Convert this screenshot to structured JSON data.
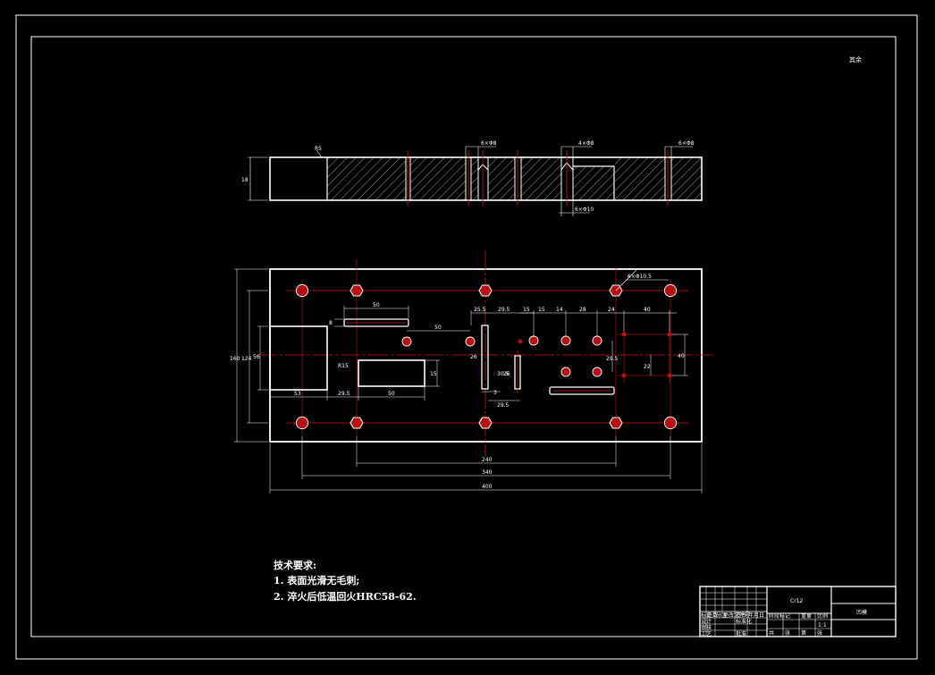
{
  "corner_note": "其余",
  "section_view": {
    "left_height": "18",
    "notes": [
      "R5",
      "6×Φ8",
      "4×Φ8",
      "6×Φ8",
      "6×Φ10"
    ]
  },
  "plan_view": {
    "hole_callout": "6×Φ10.5",
    "dims": {
      "overall_height": "160",
      "inner_height": "124",
      "pocket_height": "56",
      "pocket_width": "53",
      "slot_length": "50",
      "slot_offset": "8",
      "rect_height": "15",
      "rect_side": "R15",
      "rect_gap": "29.5",
      "rect_width": "50",
      "hole_spacing": "50",
      "slot_a": "25.5",
      "slot_b": "29.5",
      "slot_c": "26",
      "slot_height": "30.5",
      "slot_gap": "26",
      "slot_width": "3",
      "slot_bottom": "29.5",
      "hole_h1": "15",
      "hole_h2": "15",
      "hole_h3": "14",
      "hole_h4": "28",
      "hole_h5": "24",
      "hole_h6": "40",
      "pair_v": "29.5",
      "right_v": "40",
      "right_v2": "22",
      "span_240": "240",
      "span_340": "340",
      "span_400": "400"
    }
  },
  "tech_requirements": {
    "title": "技术要求:",
    "items": [
      "1. 表面光滑无毛刺;",
      "2. 淬火后低温回火HRC58-62."
    ]
  },
  "title_block": {
    "material": "Cr12",
    "part_name": "凹模",
    "scale": "1:1",
    "labels": [
      "标记",
      "处数",
      "分区",
      "更改文件号",
      "签名",
      "年月日",
      "设计",
      "标准化",
      "阶段标记",
      "重量",
      "比例",
      "审核",
      "工艺",
      "批准",
      "共",
      "张",
      "第",
      "张"
    ]
  }
}
